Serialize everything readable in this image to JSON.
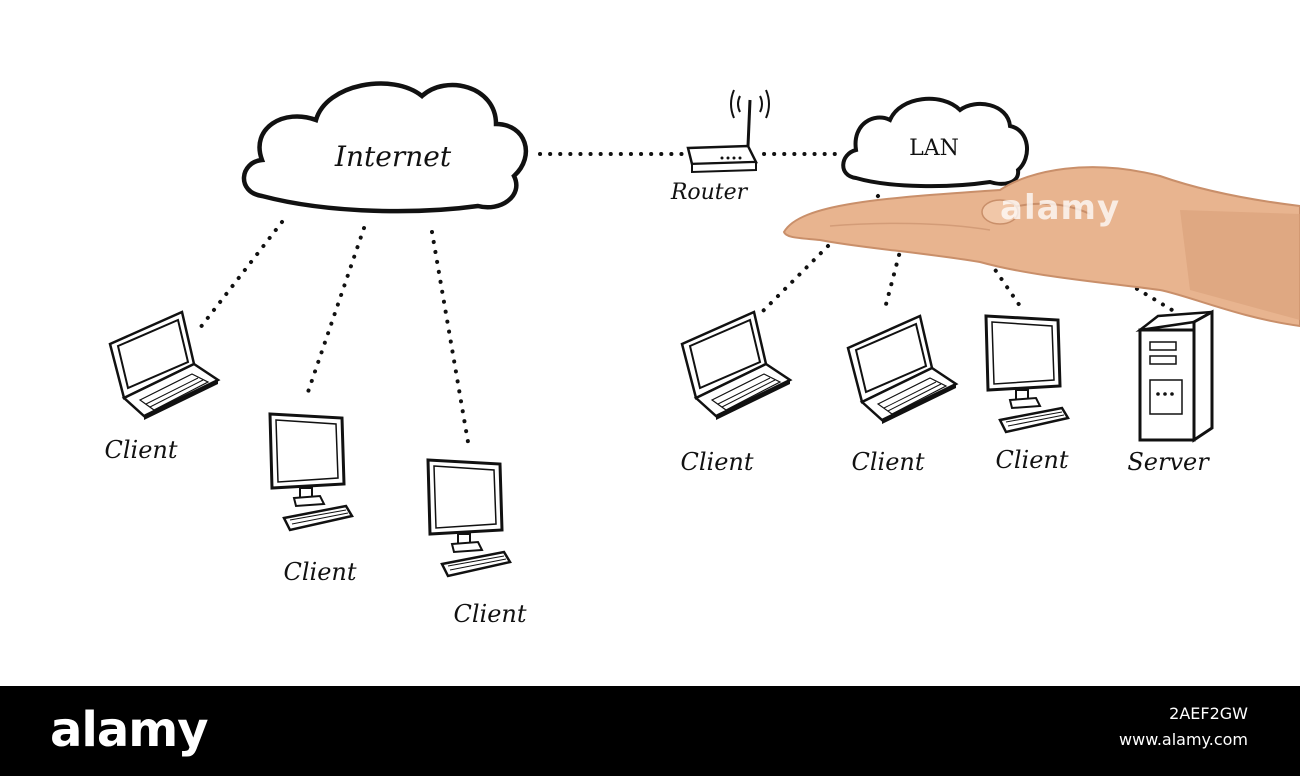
{
  "nodes": {
    "internet": "Internet",
    "lan": "LAN",
    "router": "Router",
    "clients_internet": [
      "Client",
      "Client",
      "Client"
    ],
    "clients_lan": [
      "Client",
      "Client",
      "Client"
    ],
    "server": "Server"
  },
  "watermark": "alamy",
  "footer": {
    "brand": "alamy",
    "image_id": "2AEF2GW",
    "site": "www.alamy.com"
  },
  "colors": {
    "line": "#111111",
    "background": "#ffffff",
    "footer": "#000000",
    "skin": "#e8b48f"
  }
}
